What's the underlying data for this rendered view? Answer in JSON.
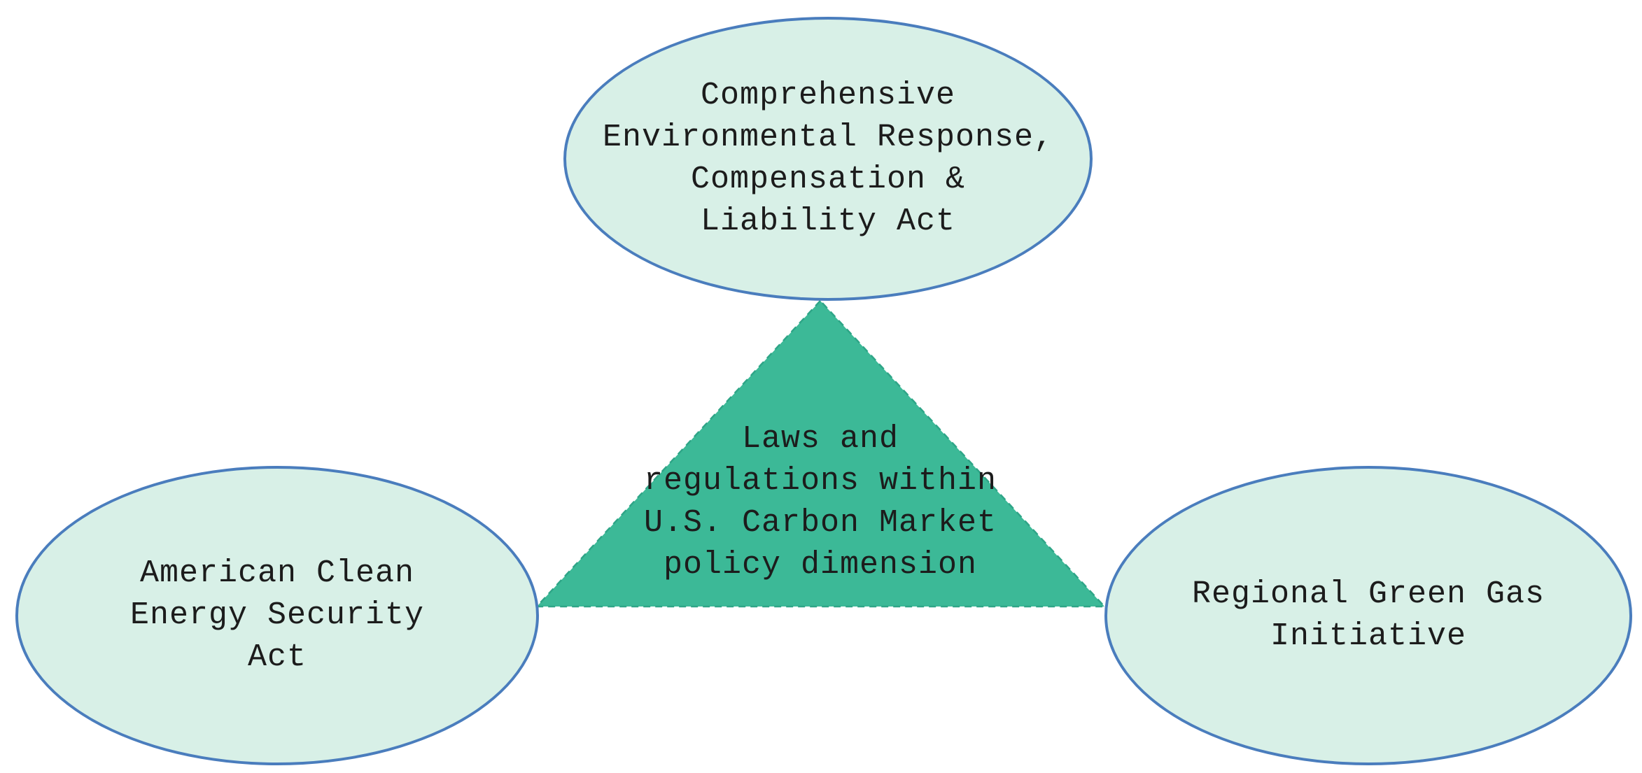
{
  "nodes": {
    "center": {
      "id": "carbon-market-policy",
      "text": "Laws and\nregulations within\nU.S. Carbon Market\npolicy dimension"
    },
    "top": {
      "id": "cercla",
      "text": "Comprehensive\nEnvironmental Response,\nCompensation &\nLiability Act"
    },
    "left": {
      "id": "acesa",
      "text": "American Clean\nEnergy Security\nAct"
    },
    "right": {
      "id": "rggi",
      "text": "Regional Green Gas\nInitiative"
    }
  },
  "colors": {
    "ellipse_fill": "#d8f0e7",
    "ellipse_border": "#4a7dbd",
    "triangle_fill": "#3cb997",
    "triangle_border": "#2ea587",
    "text_color": "#1c1c1c"
  }
}
